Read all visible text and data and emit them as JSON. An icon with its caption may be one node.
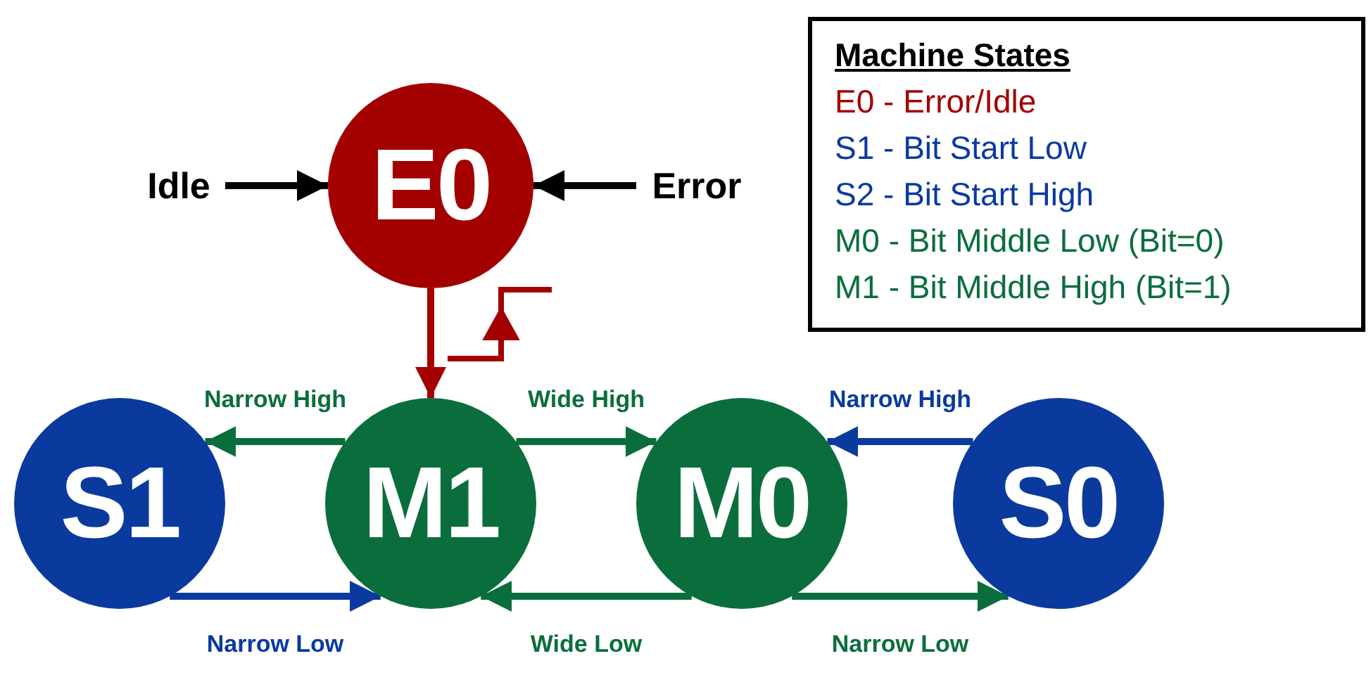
{
  "diagram": {
    "nodes": [
      {
        "text": [
          "E0"
        ]
      },
      {
        "text": [
          "Idle"
        ]
      },
      {
        "text": [
          "Error"
        ]
      },
      {
        "text": [
          "S1"
        ]
      },
      {
        "text": [
          "M1"
        ]
      },
      {
        "text": [
          "M0"
        ]
      },
      {
        "text": [
          "S0"
        ]
      },
      {
        "text": [
          "Machine States",
          "E0 - Error/Idle",
          "S1 - Bit Start Low",
          "S2 - Bit Start High",
          "M0 - Bit Middle Low (Bit=0)",
          "M1 - Bit Middle High (Bit=1)"
        ]
      }
    ],
    "edges": [
      {
        "from": 1,
        "to": 0,
        "arrow": "to",
        "color": "#000000"
      },
      {
        "from": 2,
        "to": 0,
        "arrow": "to",
        "color": "#000000"
      },
      {
        "from": 0,
        "to": 4,
        "arrow": "to",
        "color": "#a30000"
      },
      {
        "from": 4,
        "to": 3,
        "arrow": "to",
        "label": "Narrow High",
        "color": "#0a6e3c"
      },
      {
        "from": 4,
        "to": 5,
        "arrow": "to",
        "label": "Wide High",
        "color": "#0a6e3c"
      },
      {
        "from": 6,
        "to": 5,
        "arrow": "to",
        "label": "Narrow High",
        "color": "#0a3a9e"
      },
      {
        "from": 3,
        "to": 4,
        "arrow": "to",
        "label": "Narrow Low",
        "color": "#0a3a9e"
      },
      {
        "from": 5,
        "to": 4,
        "arrow": "to",
        "label": "Wide Low",
        "color": "#0a6e3c"
      },
      {
        "from": 5,
        "to": 6,
        "arrow": "to",
        "label": "Narrow Low",
        "color": "#0a6e3c"
      }
    ]
  }
}
